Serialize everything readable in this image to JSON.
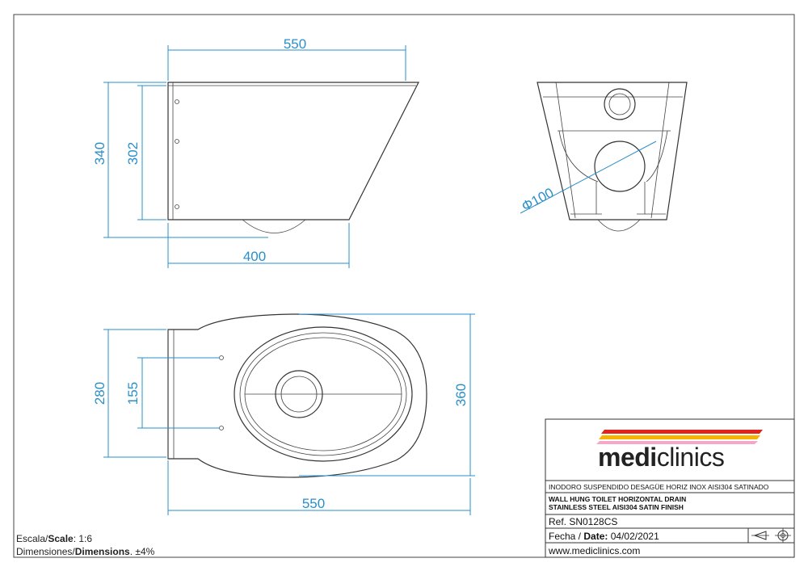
{
  "dimensions": {
    "side_width_top": "550",
    "side_width_bottom": "400",
    "side_height_outer": "340",
    "side_height_inner": "302",
    "front_diameter": "Φ100",
    "plan_width_left_outer": "280",
    "plan_width_left_inner": "155",
    "plan_height_right": "360",
    "plan_length": "550"
  },
  "titleblock": {
    "brand_bold": "medi",
    "brand_light": "clinics",
    "desc_es": "INODORO SUSPENDIDO DESAGÜE HORIZ INOX AISI304 SATINADO",
    "desc_en_line1": "WALL HUNG TOILET HORIZONTAL DRAIN",
    "desc_en_line2": "STAINLESS STEEL AISI304 SATIN FINISH",
    "ref": "Ref. SN0128CS",
    "date_label_es": "Fecha / ",
    "date_label_en": "Date:",
    "date_value": "04/02/2021",
    "website": "www.mediclinics.com",
    "stripe_colors": [
      "#e2231a",
      "#f6b400",
      "#f4a7c8"
    ]
  },
  "footer": {
    "scale_label_es": "Escala/",
    "scale_label_en": "Scale",
    "scale_value": ":  1:6",
    "dim_label_es": "Dimensiones/",
    "dim_label_en": "Dimensions",
    "dim_value": ".  ±4%"
  }
}
